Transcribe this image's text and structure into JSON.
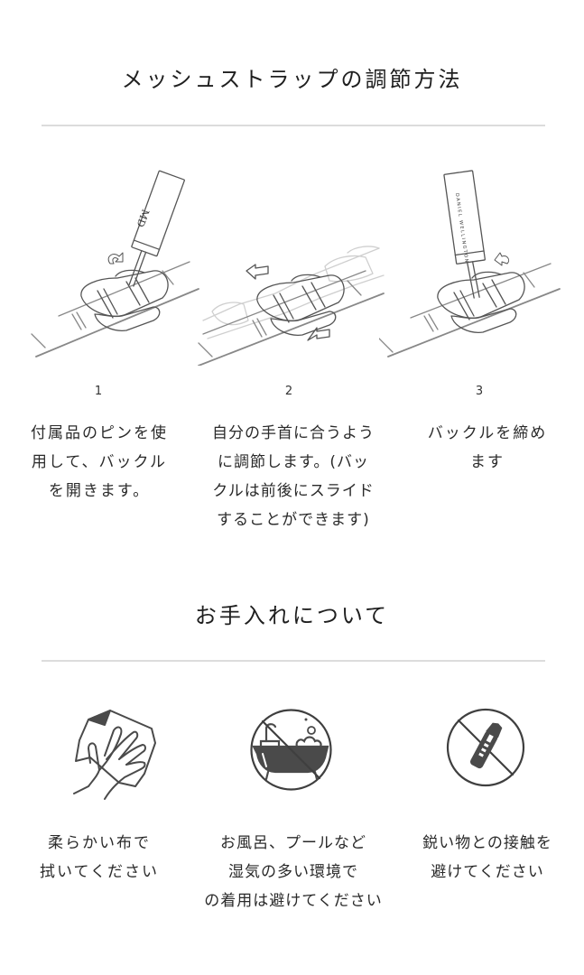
{
  "adjust_section": {
    "title": "メッシュストラップの調節方法",
    "steps": [
      {
        "number": "1",
        "icon": "pin-open-buckle-illustration",
        "pin_label": "MD",
        "lines": [
          "付属品のピンを使",
          "用して、バックル",
          "を開きます。"
        ]
      },
      {
        "number": "2",
        "icon": "slide-buckle-illustration",
        "lines": [
          "自分の手首に合うよう",
          "に調節します。(バッ",
          "クルは前後にスライド",
          "することができます)"
        ]
      },
      {
        "number": "3",
        "icon": "pin-close-buckle-illustration",
        "pin_label": "DANIEL WELLINGTON",
        "lines": [
          "バックルを締め",
          "ます"
        ]
      }
    ]
  },
  "care_section": {
    "title": "お手入れについて",
    "items": [
      {
        "icon": "cloth-wipe-hand-icon",
        "lines": [
          "柔らかい布で",
          "拭いてください"
        ]
      },
      {
        "icon": "no-bath-icon",
        "lines": [
          "お風呂、プールなど",
          "湿気の多い環境で",
          "の着用は避けてください"
        ]
      },
      {
        "icon": "no-sharp-objects-icon",
        "lines": [
          "鋭い物との接触を",
          "避けてください"
        ]
      }
    ]
  },
  "colors": {
    "text": "#222222",
    "divider": "#dcdcdc",
    "icon": "#4a4a4a",
    "illustration_line": "#555555",
    "illustration_ghost": "#cfcfcf"
  }
}
